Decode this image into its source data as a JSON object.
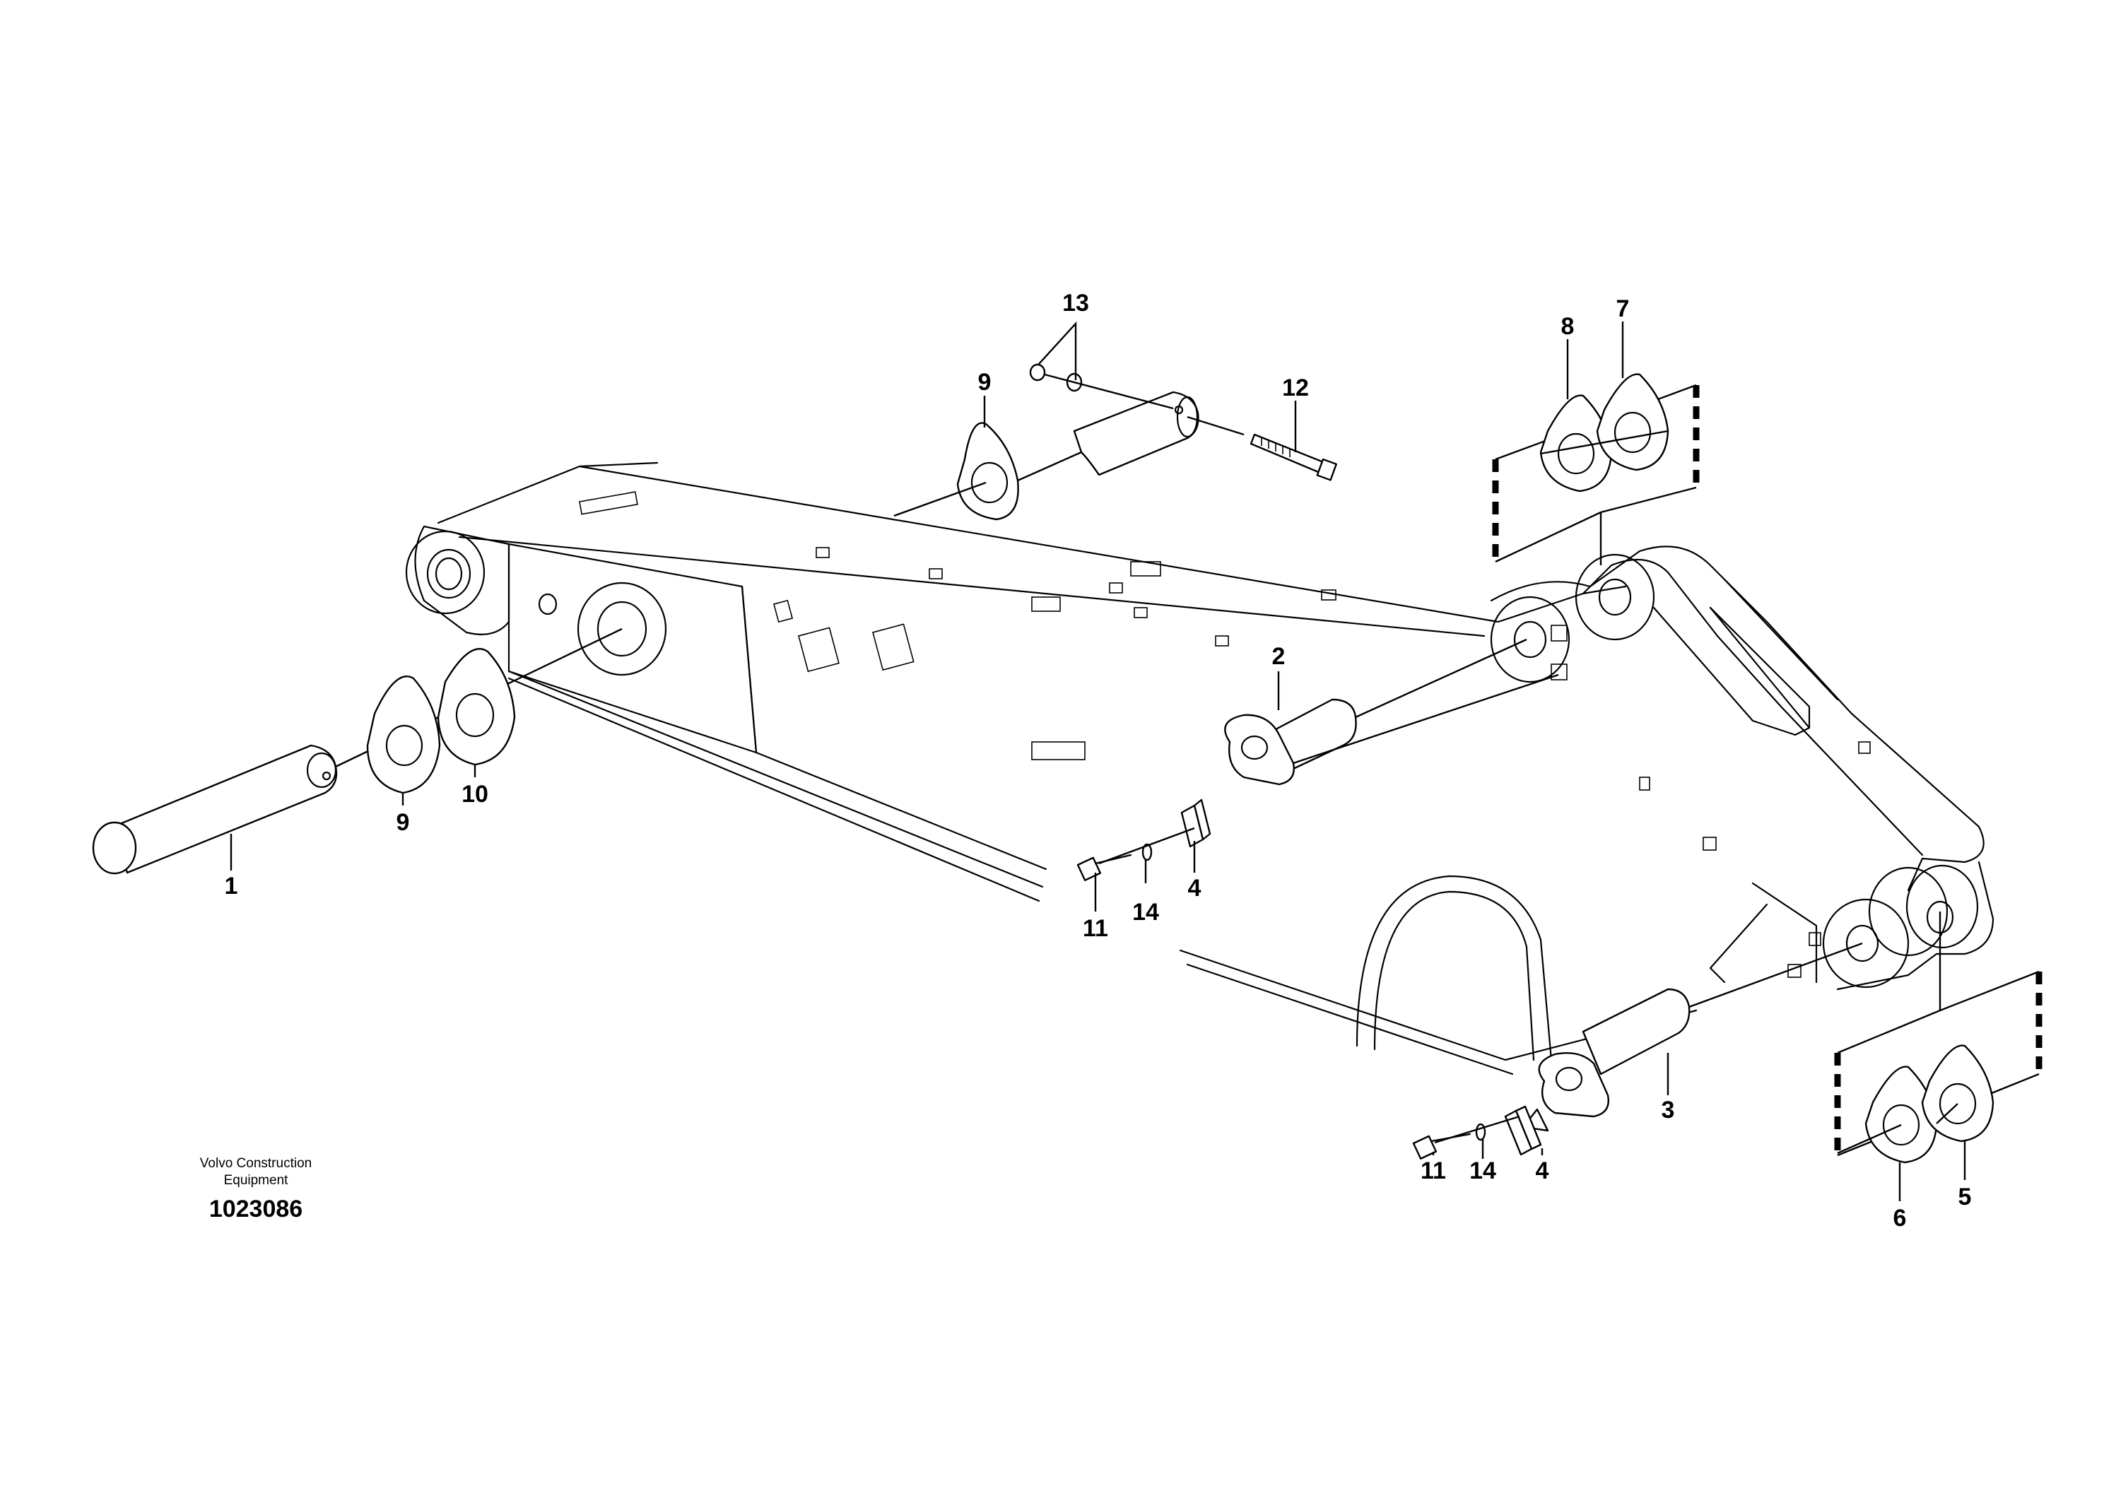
{
  "caption": {
    "brand_line1": "Volvo Construction",
    "brand_line2": "Equipment",
    "drawing_number": "1023086"
  },
  "callouts": {
    "c1": "1",
    "c2": "2",
    "c3": "3",
    "c4a": "4",
    "c4b": "4",
    "c5": "5",
    "c6": "6",
    "c7": "7",
    "c8": "8",
    "c9a": "9",
    "c9b": "9",
    "c10": "10",
    "c11a": "11",
    "c11b": "11",
    "c12": "12",
    "c13": "13",
    "c14a": "14",
    "c14b": "14"
  }
}
